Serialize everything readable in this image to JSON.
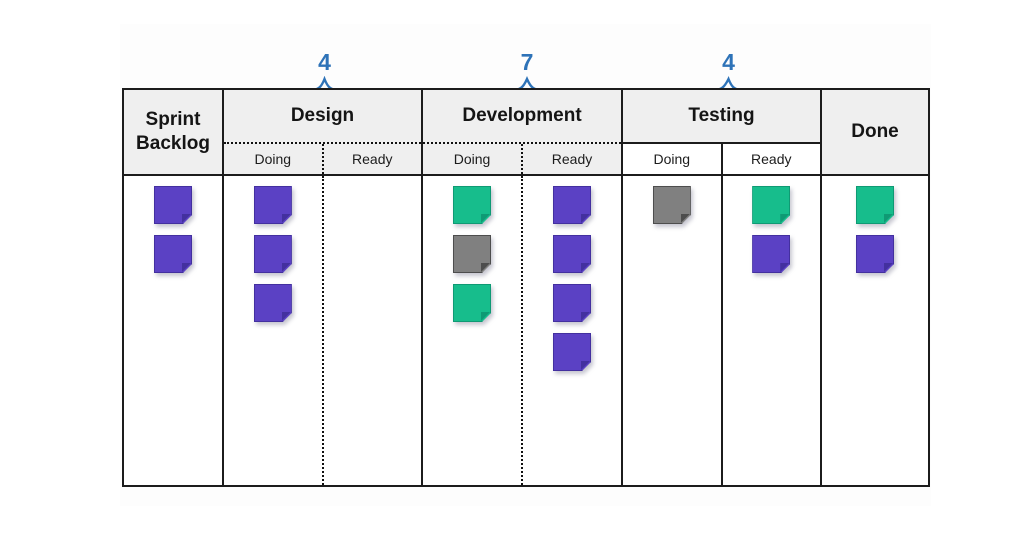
{
  "colors": {
    "brace": "#2e73b8",
    "header_bg": "#efefef",
    "border": "#1c1c1c",
    "purple": "#5b41c4",
    "purple_fold": "#43309f",
    "green": "#17bd8c",
    "green_fold": "#0f9a74",
    "gray": "#808080",
    "gray_fold": "#4d4d4d"
  },
  "wip_limits": [
    {
      "value": "4",
      "applies_to": "Design"
    },
    {
      "value": "7",
      "applies_to": "Development"
    },
    {
      "value": "4",
      "applies_to": "Testing"
    }
  ],
  "board": {
    "columns": [
      {
        "id": "sprint-backlog",
        "title": "Sprint Backlog",
        "split": false,
        "cards": [
          "purple",
          "purple"
        ]
      },
      {
        "id": "design",
        "title": "Design",
        "split": true,
        "divider_style": "dotted",
        "doing_label": "Doing",
        "ready_label": "Ready",
        "doing": [
          "purple",
          "purple",
          "purple"
        ],
        "ready": []
      },
      {
        "id": "development",
        "title": "Development",
        "split": true,
        "divider_style": "dotted",
        "doing_label": "Doing",
        "ready_label": "Ready",
        "doing": [
          "green",
          "gray",
          "green"
        ],
        "ready": [
          "purple",
          "purple",
          "purple",
          "purple"
        ]
      },
      {
        "id": "testing",
        "title": "Testing",
        "split": true,
        "divider_style": "solid",
        "doing_label": "Doing",
        "ready_label": "Ready",
        "doing": [
          "gray"
        ],
        "ready": [
          "green",
          "purple"
        ]
      },
      {
        "id": "done",
        "title": "Done",
        "split": false,
        "cards": [
          "green",
          "purple"
        ]
      }
    ]
  }
}
